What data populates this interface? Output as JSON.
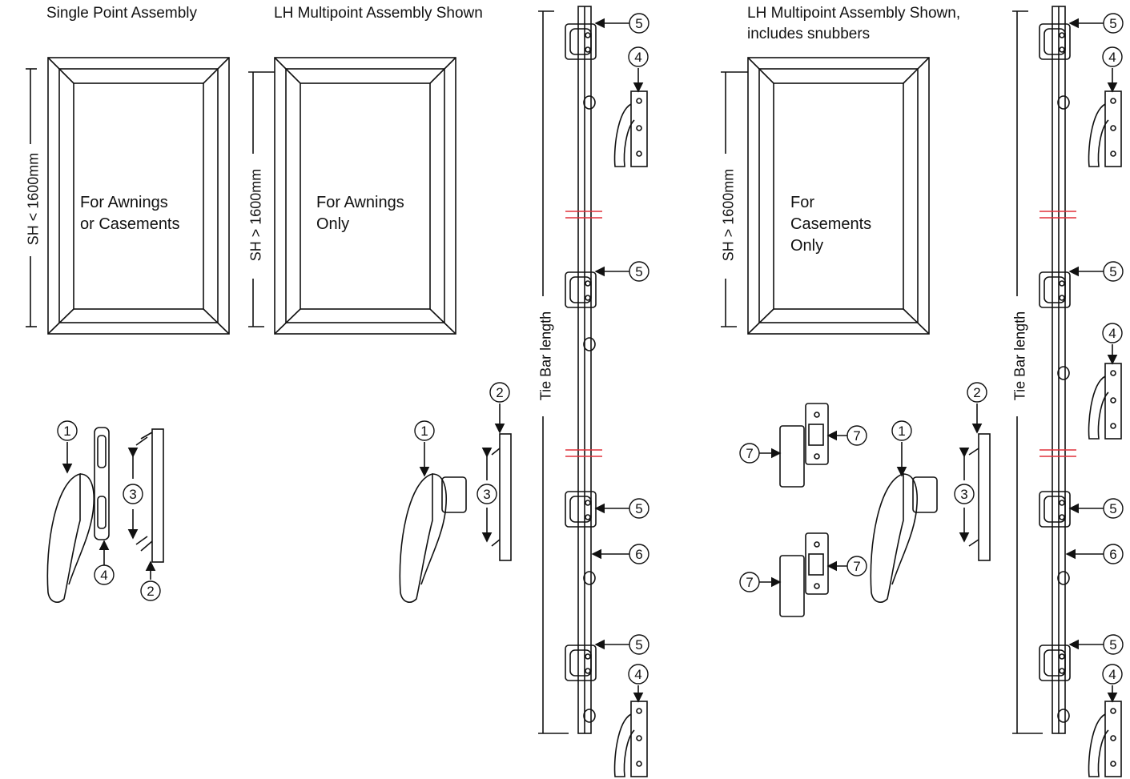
{
  "titles": {
    "single": "Single Point Assembly",
    "multi": "LH Multipoint Assembly Shown",
    "multi_snub_line1": "LH Multipoint Assembly Shown,",
    "multi_snub_line2": "includes snubbers"
  },
  "frames": {
    "single": {
      "line1": "For Awnings",
      "line2": "or Casements",
      "dim": "SH < 1600mm"
    },
    "multi": {
      "line1": "For Awnings",
      "line2": "Only",
      "dim": "SH > 1600mm"
    },
    "snub": {
      "line1": "For",
      "line2": "Casements",
      "line3": "Only",
      "dim": "SH > 1600mm"
    }
  },
  "tie_bar_label": "Tie Bar length",
  "callouts": {
    "n1": "1",
    "n2": "2",
    "n3": "3",
    "n4": "4",
    "n5": "5",
    "n6": "6",
    "n7": "7"
  },
  "colors": {
    "line": "#111111",
    "break": "#e0303a"
  }
}
